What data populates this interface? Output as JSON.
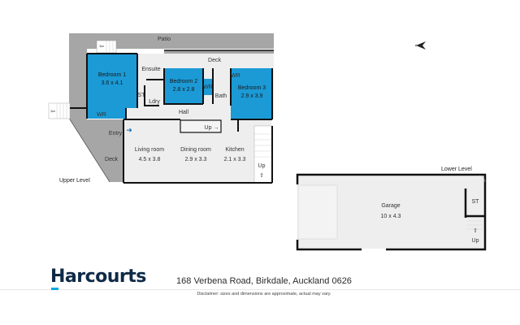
{
  "brand": {
    "name": "Harcourts",
    "accent_color": "#00a9e0",
    "text_color": "#0f2a47"
  },
  "address": "168 Verbena Road, Birkdale, Auckland 0626",
  "disclaimer": "Disclaimer: sizes and dimensions are approximate, actual may vary.",
  "colors": {
    "bedroom": "#1b9ad6",
    "outdoor": "#a6a6a6",
    "interior": "#eeeeee",
    "wall": "#111111"
  },
  "compass": {
    "icon": "north-arrow-icon"
  },
  "levels": [
    {
      "name": "Upper Level",
      "rooms": [
        {
          "id": "patio",
          "label": "Patio",
          "dims": ""
        },
        {
          "id": "deck-top",
          "label": "Deck",
          "dims": ""
        },
        {
          "id": "bedroom-1",
          "label": "Bedroom 1",
          "dims": "3.6 x 4.1"
        },
        {
          "id": "ensuite",
          "label": "Ensuite",
          "dims": ""
        },
        {
          "id": "bedroom-2",
          "label": "Bedroom 2",
          "dims": "2.8 x 2.8"
        },
        {
          "id": "bedroom-3",
          "label": "Bedroom 3",
          "dims": "2.9 x 3.9"
        },
        {
          "id": "wr-1",
          "label": "WR",
          "dims": ""
        },
        {
          "id": "wr-2",
          "label": "WR",
          "dims": ""
        },
        {
          "id": "wr-3",
          "label": "WR",
          "dims": ""
        },
        {
          "id": "st",
          "label": "ST",
          "dims": ""
        },
        {
          "id": "ldry",
          "label": "Ldry",
          "dims": ""
        },
        {
          "id": "bath",
          "label": "Bath",
          "dims": ""
        },
        {
          "id": "hall",
          "label": "Hall",
          "dims": ""
        },
        {
          "id": "entry",
          "label": "Entry",
          "dims": ""
        },
        {
          "id": "deck-side",
          "label": "Deck",
          "dims": ""
        },
        {
          "id": "living",
          "label": "Living room",
          "dims": "4.5 x 3.8"
        },
        {
          "id": "dining",
          "label": "Dining room",
          "dims": "2.9 x 3.3"
        },
        {
          "id": "kitchen",
          "label": "Kitchen",
          "dims": "2.1 x 3.3"
        },
        {
          "id": "stair-up-1",
          "label": "Up",
          "dims": ""
        },
        {
          "id": "stair-up-2",
          "label": "Up",
          "dims": ""
        }
      ]
    },
    {
      "name": "Lower Level",
      "rooms": [
        {
          "id": "garage",
          "label": "Garage",
          "dims": "10 x 4.3"
        },
        {
          "id": "st-lower",
          "label": "ST",
          "dims": ""
        },
        {
          "id": "stair-up-lower",
          "label": "Up",
          "dims": ""
        }
      ]
    }
  ]
}
